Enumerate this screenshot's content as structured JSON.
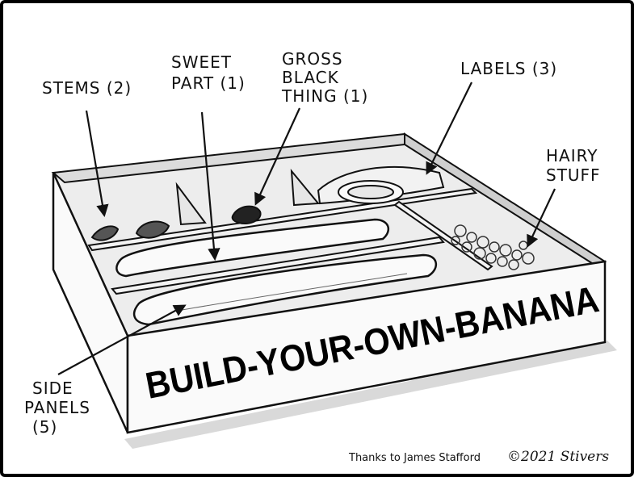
{
  "cartoon": {
    "labels": {
      "stems": "STEMS (2)",
      "sweet_line1": "SWEET",
      "sweet_line2": "PART (1)",
      "gross_line1": "GROSS",
      "gross_line2": "BLACK",
      "gross_line3": "THING (1)",
      "labels": "LABELS (3)",
      "hairy_line1": "HAIRY",
      "hairy_line2": "STUFF",
      "side_line1": "SIDE",
      "side_line2": "PANELS",
      "side_line3": "(5)"
    },
    "box_title": "BUILD-YOUR-OWN-BANANA",
    "credit": "Thanks to James Stafford",
    "copyright": "©2021 Stivers"
  }
}
